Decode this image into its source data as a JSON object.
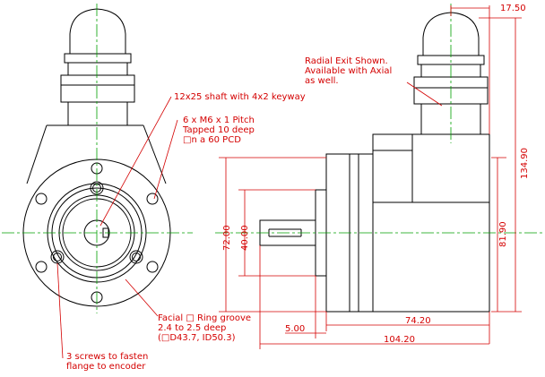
{
  "notes": {
    "radial_exit_1": "Radial Exit Shown.",
    "radial_exit_2": "Available with Axial",
    "radial_exit_3": "as well.",
    "shaft": "12x25 shaft with 4x2 keyway",
    "tapped_1": "6 x M6 x 1 Pitch",
    "tapped_2": "Tapped 10 deep",
    "tapped_3": "□n a 60 PCD",
    "groove_1": "Facial □ Ring groove",
    "groove_2": "2.4 to 2.5 deep",
    "groove_3": "(□D43.7, ID50.3)",
    "screws_1": "3 screws to fasten",
    "screws_2": "flange to encoder"
  },
  "dimensions": {
    "d_17_50": "17.50",
    "d_134_90": "134.90",
    "d_81_90": "81.90",
    "d_72_00": "72.00",
    "d_40_00": "40.00",
    "d_74_20": "74.20",
    "d_104_20": "104.20",
    "d_5_00": "5.00"
  },
  "colors": {
    "outline": "#000000",
    "annotation": "#d40000",
    "centerline": "#00a000",
    "hole_fill": "#f0e040",
    "hatch": "#c8b87a"
  }
}
